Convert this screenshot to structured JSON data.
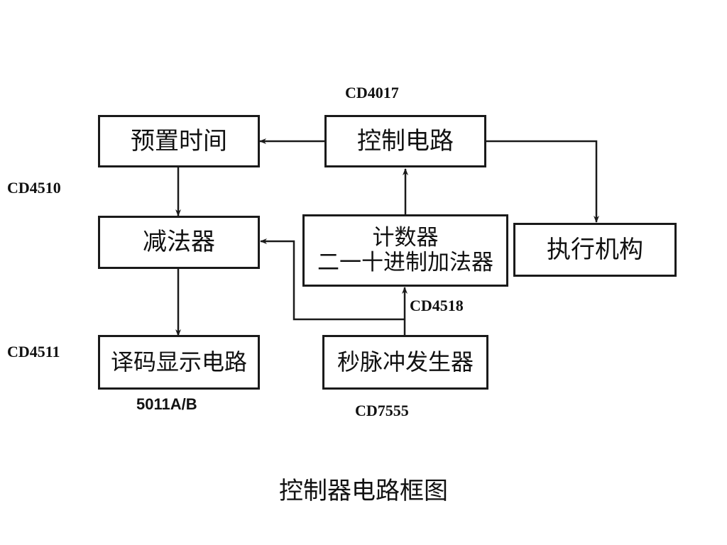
{
  "diagram": {
    "blocks": {
      "preset_time": {
        "lines": [
          "预置时间"
        ]
      },
      "control_circuit": {
        "lines": [
          "控制电路"
        ]
      },
      "subtractor": {
        "lines": [
          "减法器"
        ]
      },
      "counter": {
        "lines": [
          "计数器",
          "二一十进制加法器"
        ]
      },
      "actuator": {
        "lines": [
          "执行机构"
        ]
      },
      "decode_display": {
        "lines": [
          "译码显示电路"
        ]
      },
      "second_pulse": {
        "lines": [
          "秒脉冲发生器"
        ]
      }
    },
    "chip_labels": {
      "control_chip": "CD4017",
      "subtractor_chip": "CD4510",
      "counter_chip": "CD4518",
      "decoder_chip": "CD4511",
      "display_chip": "5011A/B",
      "pulse_chip": "CD7555"
    },
    "caption": "控制器电路框图",
    "colors": {
      "line": "#1a1a1a",
      "text": "#111111",
      "background": "#ffffff"
    }
  }
}
